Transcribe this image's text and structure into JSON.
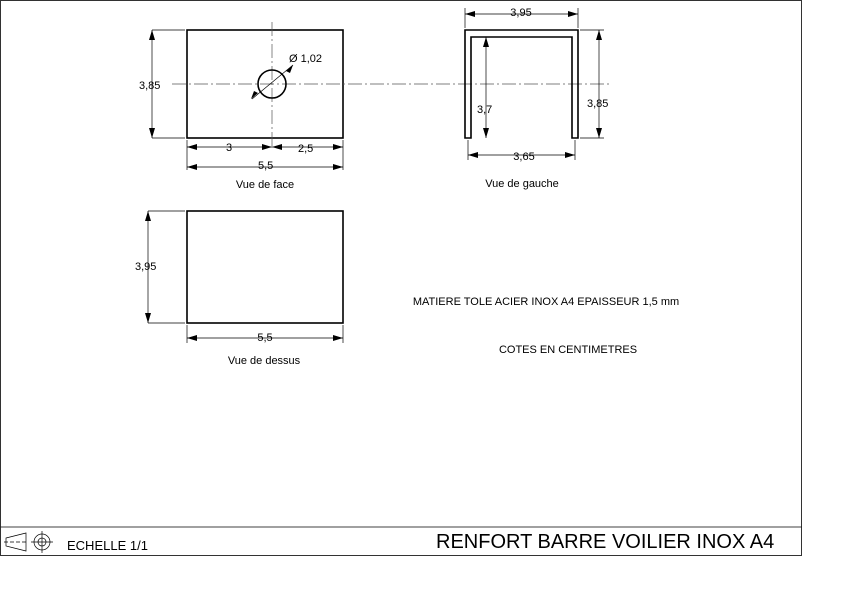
{
  "title": "RENFORT BARRE VOILIER INOX A4",
  "scale": "ECHELLE 1/1",
  "notes": {
    "material": "MATIERE TOLE ACIER INOX A4 EPAISSEUR 1,5 mm",
    "units": "COTES EN CENTIMETRES"
  },
  "views": {
    "front": {
      "label": "Vue de face",
      "dim_height": "3,85",
      "dim_hole": "Ø 1,02",
      "dim_left": "3",
      "dim_right": "2,5",
      "dim_width": "5,5"
    },
    "left": {
      "label": "Vue de gauche",
      "dim_top": "3,95",
      "dim_inner_height": "3,7",
      "dim_outer_height": "3,85",
      "dim_bottom": "3,65"
    },
    "top": {
      "label": "Vue de dessus",
      "dim_height": "3,95",
      "dim_width": "5,5"
    }
  },
  "icons": {
    "projection_symbol": "first-angle-projection-icon"
  }
}
